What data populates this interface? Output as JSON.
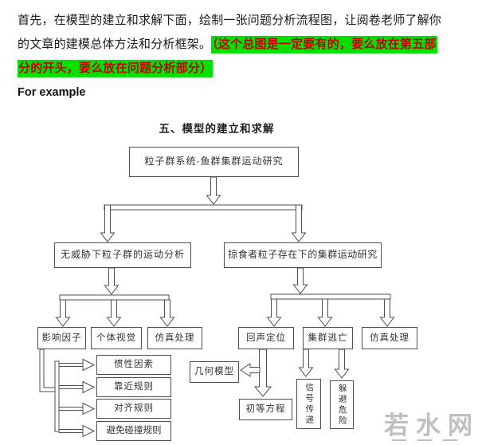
{
  "document": {
    "intro_line1": "首先，在模型的建立和求解下面，绘制一张问题分析流程图，让阅卷老师了解你",
    "intro_line2_plain": "的文章的建模总体方法和分析框架。",
    "highlight_part1": "（这个总图是一定要有的，要么放在第五部",
    "highlight_part2": "分的开头，要么放在问题分析部分）",
    "for_example": "For example",
    "highlight_bg_color": "#00e103",
    "highlight_text_color": "#c40000"
  },
  "flowchart": {
    "title": "五、模型的建立和求解",
    "root": "粒子群系统-鱼群集群运动研究",
    "left_branch": "无威胁下粒子群的运动分析",
    "right_branch": "掠食者粒子存在下的集群运动研究",
    "influence_factor": "影响因子",
    "individual_vision": "个体视觉",
    "simulation_left": "仿真处理",
    "inertia_factor": "惯性因素",
    "approach_rule": "靠近规则",
    "alignment_rule": "对齐规则",
    "collision_avoidance_rule": "避免碰撞规则",
    "echolocation": "回声定位",
    "swarm_escape": "集群逃亡",
    "simulation_right": "仿真处理",
    "geometric_model": "几何模型",
    "elementary_equation": "初等方程",
    "signal_transmission": "信号传递",
    "avoid_danger": "躲避危险"
  },
  "watermark": {
    "text": "若水网"
  }
}
